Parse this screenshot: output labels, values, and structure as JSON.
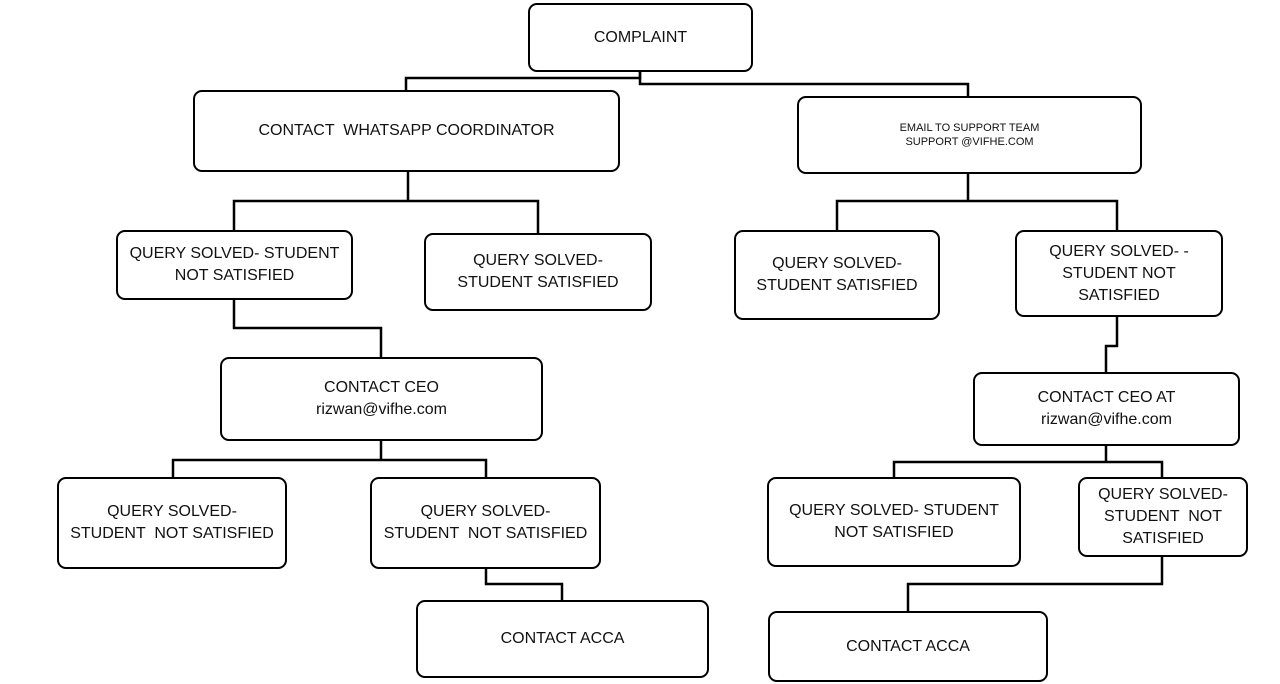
{
  "colors": {
    "stroke": "#000000",
    "text": "#111111",
    "background": "#ffffff"
  },
  "nodes": {
    "complaint": {
      "lines": [
        "COMPLAINT"
      ]
    },
    "whatsapp": {
      "lines": [
        "CONTACT  WHATSAPP COORDINATOR"
      ]
    },
    "email": {
      "lines": [
        "EMAIL TO SUPPORT TEAM",
        "SUPPORT @VIFHE.COM"
      ]
    },
    "l_not_satisfied": {
      "lines": [
        "QUERY SOLVED- STUDENT",
        "NOT SATISFIED"
      ]
    },
    "l_satisfied": {
      "lines": [
        "QUERY SOLVED-",
        "STUDENT SATISFIED"
      ]
    },
    "r_satisfied": {
      "lines": [
        "QUERY SOLVED-",
        "STUDENT SATISFIED"
      ]
    },
    "r_not_satisfied": {
      "lines": [
        "QUERY SOLVED- -",
        "STUDENT NOT",
        "SATISFIED"
      ]
    },
    "l_ceo": {
      "lines": [
        "CONTACT CEO",
        "rizwan@vifhe.com"
      ]
    },
    "r_ceo": {
      "lines": [
        "CONTACT CEO AT",
        "rizwan@vifhe.com"
      ]
    },
    "ll_not_satisfied": {
      "lines": [
        "QUERY SOLVED-",
        "STUDENT  NOT SATISFIED"
      ]
    },
    "lr_not_satisfied": {
      "lines": [
        "QUERY SOLVED-",
        "STUDENT  NOT SATISFIED"
      ]
    },
    "rl_not_satisfied": {
      "lines": [
        "QUERY SOLVED- STUDENT",
        "NOT SATISFIED"
      ]
    },
    "rr_not_satisfied": {
      "lines": [
        "QUERY SOLVED-",
        "STUDENT  NOT",
        "SATISFIED"
      ]
    },
    "l_acca": {
      "lines": [
        "CONTACT ACCA"
      ]
    },
    "r_acca": {
      "lines": [
        "CONTACT ACCA"
      ]
    }
  }
}
